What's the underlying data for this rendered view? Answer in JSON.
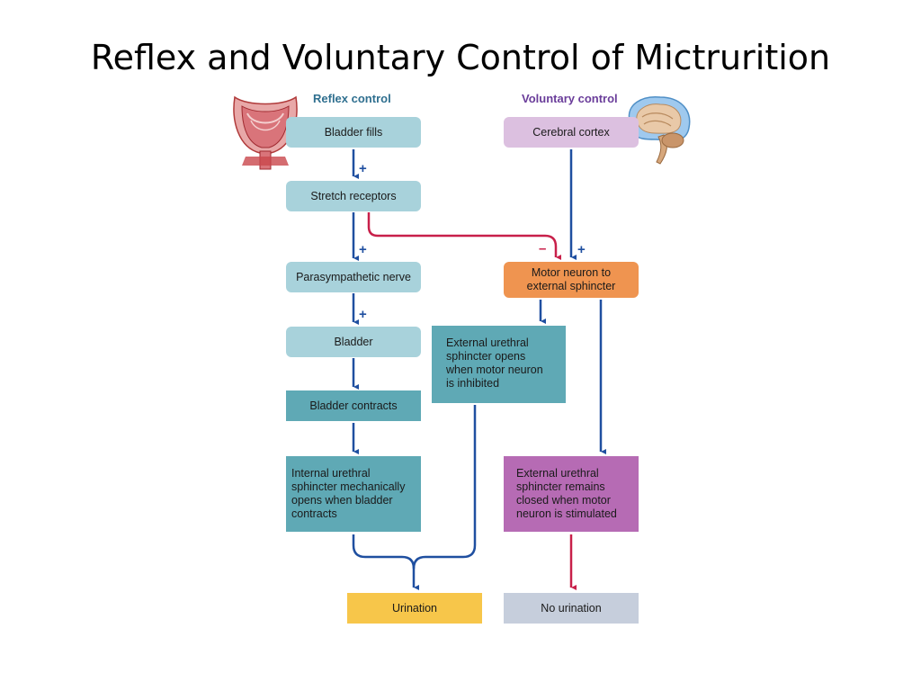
{
  "title": "Reflex and Voluntary Control of Mictrurition",
  "headers": {
    "reflex": "Reflex control",
    "voluntary": "Voluntary control"
  },
  "boxes": {
    "bladder_fills": "Bladder fills",
    "cerebral_cortex": "Cerebral cortex",
    "stretch_receptors": "Stretch receptors",
    "parasympathetic_nerve": "Parasympathetic nerve",
    "motor_neuron": {
      "line1": "Motor neuron to",
      "line2": "external sphincter"
    },
    "bladder": "Bladder",
    "ext_opens": {
      "line1": "External urethral",
      "line2": "sphincter opens",
      "line3": "when motor neuron",
      "line4": "is inhibited"
    },
    "bladder_contracts": "Bladder contracts",
    "internal": {
      "line1": "Internal urethral",
      "line2": "sphincter mechanically",
      "line3": "opens when bladder",
      "line4": "contracts"
    },
    "ext_closed": {
      "line1": "External urethral",
      "line2": "sphincter remains",
      "line3": "closed when motor",
      "line4": "neuron is stimulated"
    },
    "urination": "Urination",
    "no_urination": "No urination"
  },
  "signs": {
    "plus": "+",
    "minus": "–"
  },
  "colors": {
    "arrow_blue": "#1f4fa0",
    "arrow_red": "#c8204a"
  }
}
